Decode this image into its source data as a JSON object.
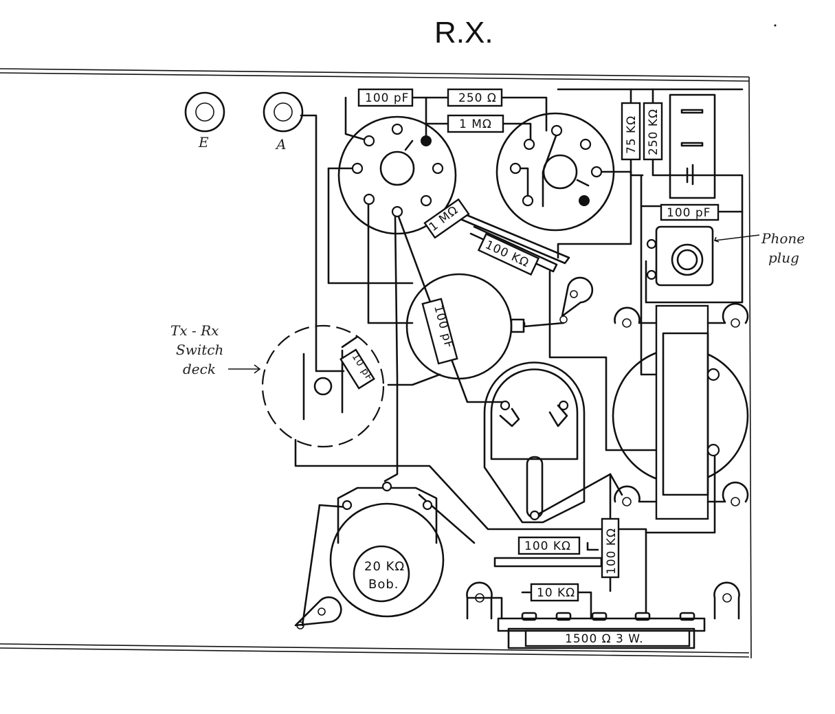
{
  "title": "R.X.",
  "terminals": {
    "earth": "E",
    "antenna": "A"
  },
  "components": {
    "c_100pf_top": "100 pF",
    "r_250": "250 Ω",
    "r_1m_top": "1 MΩ",
    "r_75k": "75 KΩ",
    "r_250k": "250 KΩ",
    "c_100pf_right": "100 pF",
    "r_1m_diag": "1 MΩ",
    "r_100k_diag": "100 KΩ",
    "c_100pf_diag": "100 pF",
    "c_10pf": "10 pF",
    "r_100k_bottom": "100 KΩ",
    "r_100k_vert": "100 KΩ",
    "r_10k": "10 KΩ",
    "r_1500": "1500 Ω 3 W.",
    "pot_20k_line1": "20 KΩ",
    "pot_20k_line2": "Bob."
  },
  "annotations": {
    "switch_deck_line1": "Tx - Rx",
    "switch_deck_line2": "Switch",
    "switch_deck_line3": "deck",
    "phone_plug_line1": "Phone",
    "phone_plug_line2": "plug"
  }
}
